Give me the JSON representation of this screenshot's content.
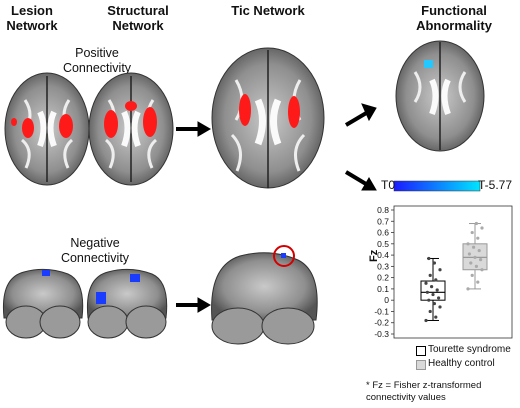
{
  "headers": {
    "lesion": "Lesion\nNetwork",
    "structural": "Structural\nNetwork",
    "tic": "Tic Network",
    "functional": "Functional\nAbnormality"
  },
  "labels": {
    "positive": "Positive\nConnectivity",
    "negative": "Negative\nConnectivity"
  },
  "colorbar": {
    "min_label": "T0",
    "max_label": "T-5.77",
    "colors": [
      "#1a1aff",
      "#00e5ff"
    ]
  },
  "colors": {
    "positive": "#ff1a1a",
    "negative": "#1a3cff",
    "functional": "#22c8ff",
    "circle": "#d40000",
    "tourette_box": "#ffffff",
    "control_box": "#d9d9d9"
  },
  "chart_data": {
    "type": "box",
    "ylabel": "Fz",
    "ylim": [
      -0.3,
      0.8
    ],
    "yticks": [
      -0.3,
      -0.2,
      -0.1,
      0,
      0.1,
      0.2,
      0.3,
      0.4,
      0.5,
      0.6,
      0.7,
      0.8
    ],
    "ytick_labels": [
      "-0.3",
      "-0.2",
      "-0.1",
      "0",
      "0.1",
      "0.2",
      "0.3",
      "0.4",
      "0.5",
      "0.6",
      "0.7",
      "0.8"
    ],
    "series": [
      {
        "name": "Tourette syndrome",
        "min": -0.18,
        "q1": 0.0,
        "median": 0.07,
        "q3": 0.17,
        "max": 0.37,
        "points": [
          -0.18,
          -0.15,
          -0.1,
          -0.06,
          -0.03,
          0.0,
          0.02,
          0.05,
          0.07,
          0.09,
          0.12,
          0.15,
          0.18,
          0.22,
          0.27,
          0.33,
          0.37
        ]
      },
      {
        "name": "Healthy control",
        "min": 0.1,
        "q1": 0.27,
        "median": 0.38,
        "q3": 0.5,
        "max": 0.68,
        "points": [
          0.1,
          0.16,
          0.22,
          0.27,
          0.3,
          0.33,
          0.36,
          0.38,
          0.41,
          0.44,
          0.47,
          0.5,
          0.55,
          0.6,
          0.64,
          0.68
        ]
      }
    ]
  },
  "legend": {
    "tourette": "Tourette syndrome",
    "control": "Healthy control"
  },
  "footnote": "* Fz =  Fisher z-transformed\nconnectivity values"
}
